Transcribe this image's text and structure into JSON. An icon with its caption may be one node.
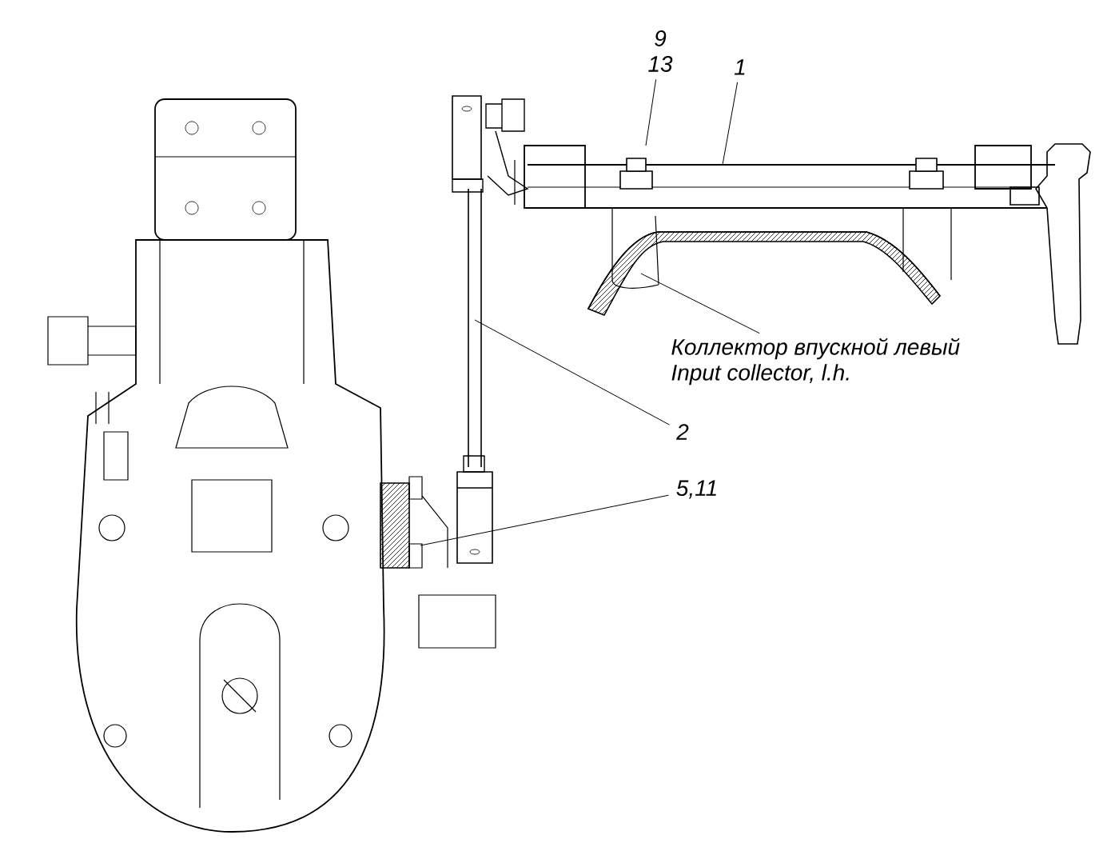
{
  "diagram": {
    "nodes": [
      {
        "text": [
          "9",
          "13"
        ]
      },
      {
        "text": [
          "1"
        ]
      },
      {
        "text": [
          "Коллектор впускной левый",
          "Input collector, l.h."
        ]
      },
      {
        "text": [
          "2"
        ]
      },
      {
        "text": [
          "5,11"
        ]
      }
    ],
    "edges": [
      {
        "from": 0,
        "to": null,
        "arrow": "none"
      },
      {
        "from": 1,
        "to": null,
        "arrow": "none"
      },
      {
        "from": 2,
        "to": null,
        "arrow": "none"
      },
      {
        "from": 3,
        "to": null,
        "arrow": "none"
      },
      {
        "from": 4,
        "to": null,
        "arrow": "none"
      }
    ]
  }
}
